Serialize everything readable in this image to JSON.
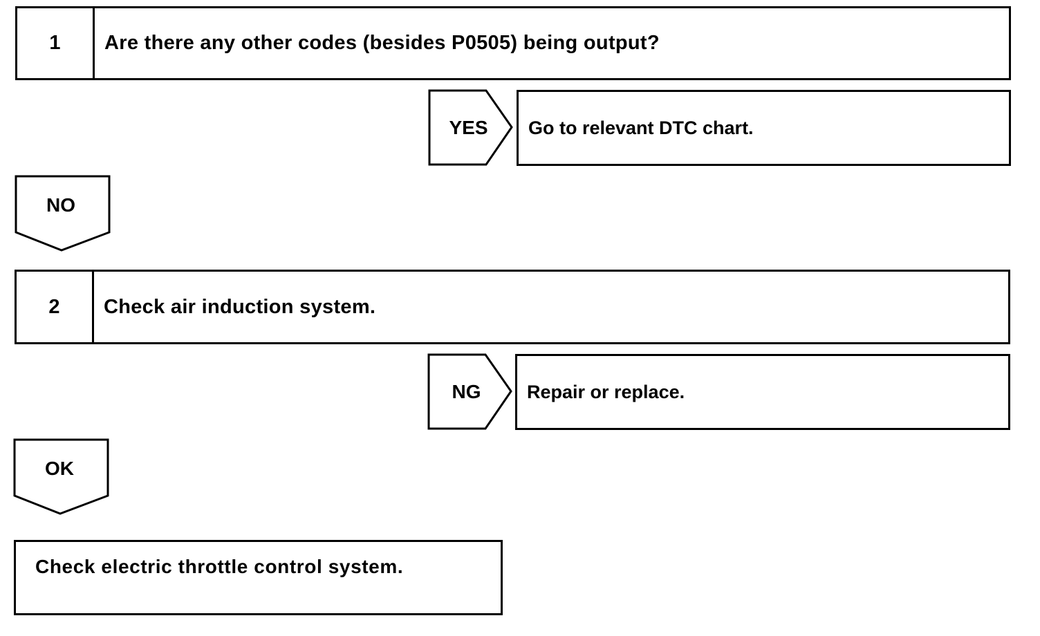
{
  "steps": [
    {
      "number": "1",
      "text": "Are there any other codes (besides P0505) being output?"
    },
    {
      "number": "2",
      "text": "Check air induction system."
    }
  ],
  "branches": [
    {
      "label": "YES",
      "result": "Go to relevant DTC chart."
    },
    {
      "label": "NG",
      "result": "Repair or replace."
    }
  ],
  "down_arrows": [
    {
      "label": "NO"
    },
    {
      "label": "OK"
    }
  ],
  "final": {
    "text": "Check electric throttle control system."
  }
}
